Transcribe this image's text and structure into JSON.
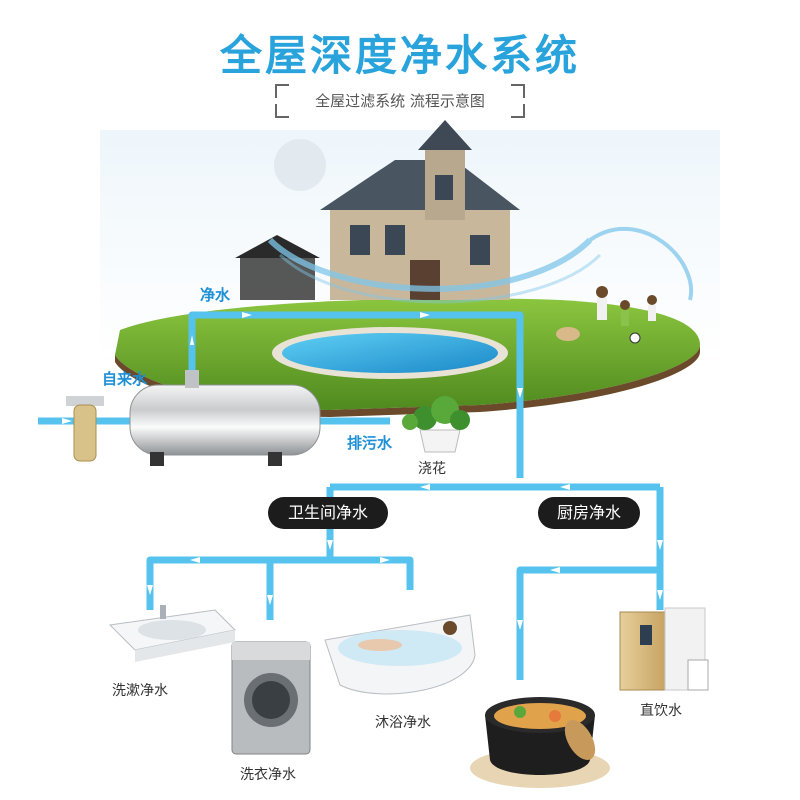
{
  "header": {
    "title": "全屋深度净水系统",
    "subtitle": "全屋过滤系统 流程示意图"
  },
  "labels": {
    "tap_water": "自来水",
    "clean_water": "净水",
    "drain_water": "排污水",
    "watering_flowers": "浇花",
    "bathroom": "卫生间净水",
    "kitchen": "厨房净水",
    "washbasin": "洗漱净水",
    "washing_machine": "洗衣净水",
    "bath": "沐浴净水",
    "direct_drink": "直饮水"
  },
  "colors": {
    "title": "#29a3dc",
    "pipe": "#55c3ee",
    "pill_bg": "#1c1c1c"
  }
}
